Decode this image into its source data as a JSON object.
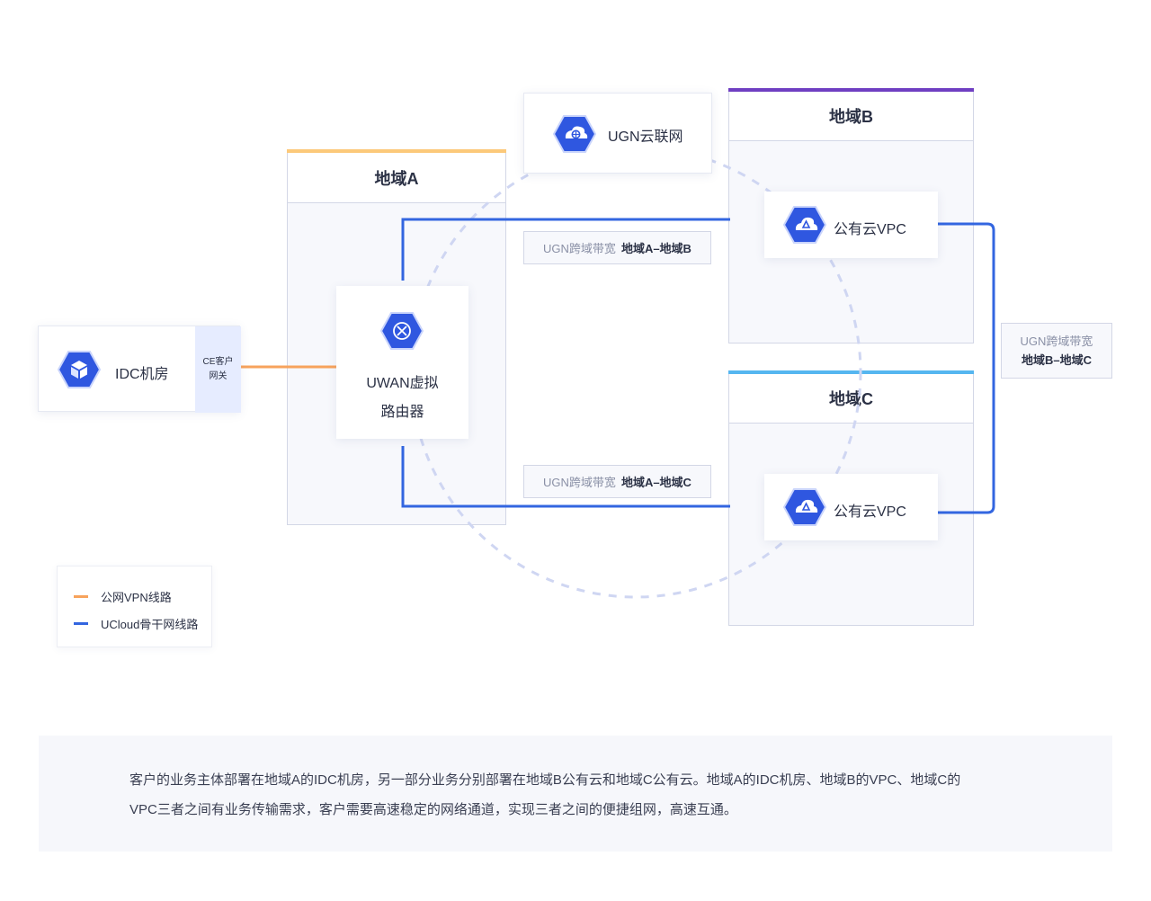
{
  "regions": {
    "a": {
      "title": "地域A",
      "accent": "#fcc97a"
    },
    "b": {
      "title": "地域B",
      "accent": "#6f3fc2"
    },
    "c": {
      "title": "地域C",
      "accent": "#55b6f0"
    }
  },
  "ugn": {
    "label": "UGN云联网",
    "icon": "cloud-globe-icon"
  },
  "idc": {
    "label": "IDC机房",
    "icon": "cube-icon",
    "gateway_label_1": "CE客户",
    "gateway_label_2": "网关"
  },
  "router": {
    "label_line1": "UWAN虚拟",
    "label_line2": "路由器",
    "icon": "router-x-icon"
  },
  "vpc_b": {
    "label": "公有云VPC",
    "icon": "vpc-cloud-icon"
  },
  "vpc_c": {
    "label": "公有云VPC",
    "icon": "vpc-cloud-icon"
  },
  "bandwidth": {
    "ab": {
      "prefix": "UGN跨域带宽",
      "route": "地域A–地域B"
    },
    "ac": {
      "prefix": "UGN跨域带宽",
      "route": "地域A–地域C"
    },
    "bc": {
      "prefix": "UGN跨域带宽",
      "route": "地域B–地域C"
    }
  },
  "legend": {
    "vpn": {
      "label": "公网VPN线路",
      "color": "#f7a35c"
    },
    "backbone": {
      "label": "UCloud骨干网线路",
      "color": "#3366e0"
    }
  },
  "description": {
    "line1": "客户的业务主体部署在地域A的IDC机房，另一部分业务分别部署在地域B公有云和地域C公有云。地域A的IDC机房、地域B的VPC、地域C的",
    "line2": "VPC三者之间有业务传输需求，客户需要高速稳定的网络通道，实现三者之间的便捷组网，高速互通。"
  },
  "colors": {
    "hex_fill": "#2f57e0",
    "backbone": "#3366e0",
    "vpn": "#f7a35c",
    "ring": "#cfd6f2"
  }
}
